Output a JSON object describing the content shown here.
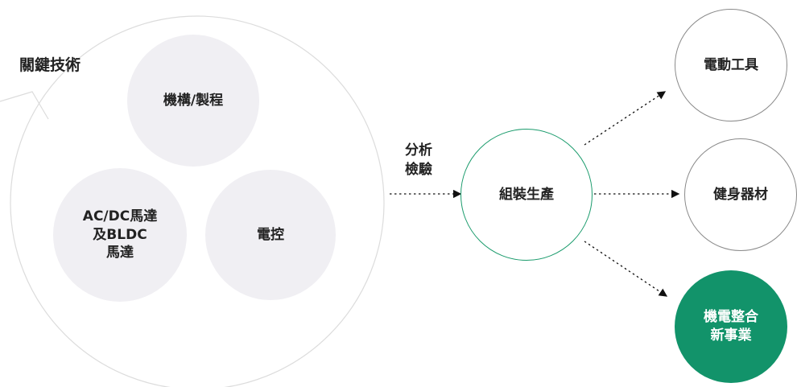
{
  "title": "關鍵技術",
  "core_tech": [
    {
      "label": "機構/製程"
    },
    {
      "label": "AC/DC馬達\n及BLDC\n馬達"
    },
    {
      "label": "電控"
    }
  ],
  "analysis_label": "分析\n檢驗",
  "center_node": {
    "label": "組裝生產"
  },
  "outputs": [
    {
      "label": "電動工具"
    },
    {
      "label": "健身器材"
    },
    {
      "label": "機電整合\n新事業"
    }
  ],
  "colors": {
    "green": "#12936a",
    "green_border": "#1a9b6c",
    "grey_fill": "#f0eff3",
    "outline_grey": "#8a8a8a",
    "big_circle": "#dcdcdc"
  }
}
